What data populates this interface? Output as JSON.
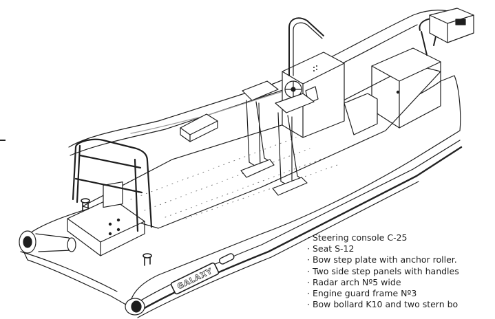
{
  "boat": {
    "brand_text": "GALAXY"
  },
  "spec_items": [
    "· Steering console C-25",
    "· Seat S-12",
    "· Bow step plate with anchor roller.",
    "· Two side step panels with handles",
    "· Radar arch Nº5 wide",
    "· Engine guard frame Nº3",
    "· Bow bollard K10 and two stern bo"
  ],
  "colors": {
    "line": "#1e1e1e",
    "background": "#ffffff",
    "hull_gray": "#6b6b6b",
    "fill": "#ffffff"
  }
}
